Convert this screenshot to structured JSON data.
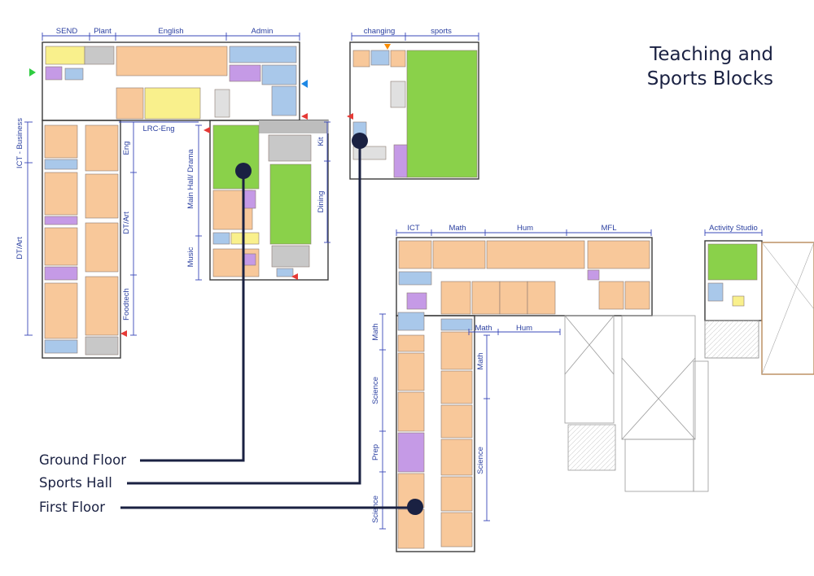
{
  "title": {
    "line1": "Teaching and",
    "line2": "Sports Blocks"
  },
  "legend": [
    {
      "label": "Ground Floor"
    },
    {
      "label": "Sports Hall"
    },
    {
      "label": "First Floor"
    }
  ],
  "zones": {
    "send": "SEND",
    "plant": "Plant",
    "english": "English",
    "admin": "Admin",
    "changing": "changing",
    "sports": "sports",
    "ict_business": "ICT - Business",
    "dt_art_left": "DT/Art",
    "lrc_eng": "LRC-Eng",
    "eng": "Eng",
    "dt_art_mid": "DT/Art",
    "foodtech": "Foodtech",
    "main_hall_drama": "Main Hall/ Drama",
    "music": "Music",
    "kit": "Kit",
    "dining": "Dining",
    "ict": "ICT",
    "math_top": "Math",
    "hum_top": "Hum",
    "mfl": "MFL",
    "activity_studio": "Activity Studio",
    "math_left": "Math",
    "math_mid": "Math",
    "hum_mid": "Hum",
    "math_right": "Math",
    "science_left_1": "Science",
    "prep": "Prep",
    "science_left_2": "Science",
    "science_right": "Science"
  },
  "colors": {
    "teaching": "#f8c89a",
    "sports": "#8ad14a",
    "admin": "#a9c8ea",
    "library": "#f9f08c",
    "support": "#c59ae6",
    "circulation": "#c8c8c8",
    "annotation": "#3848b8",
    "leader": "#1a2142"
  }
}
